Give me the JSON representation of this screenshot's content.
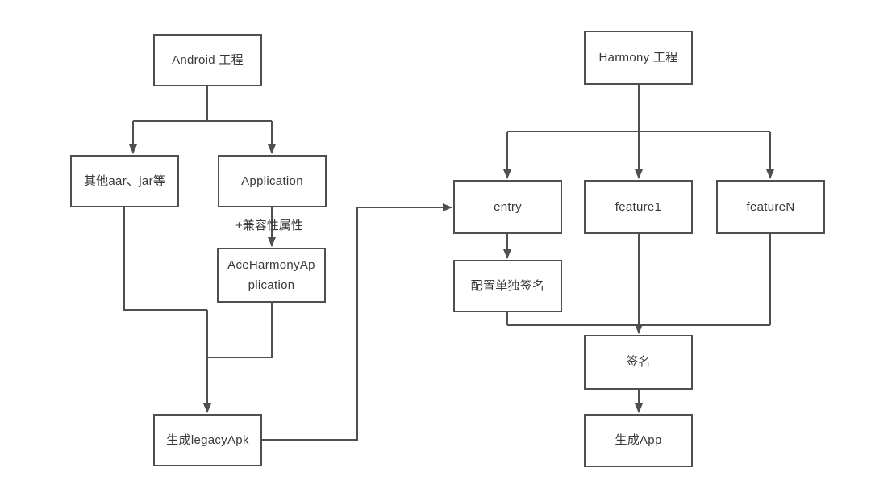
{
  "diagram": {
    "type": "flowchart",
    "background": "#ffffff",
    "colors": {
      "line": "#4f4f4f",
      "box_border": "#4f4f4f",
      "text": "#383838"
    },
    "nodes": {
      "android": {
        "label": "Android 工程"
      },
      "other_aar": {
        "label": "其他aar、jar等"
      },
      "application": {
        "label": "Application"
      },
      "ace_harmony": {
        "label": "AceHarmonyApplication"
      },
      "legacy_apk": {
        "label": "生成legacyApk"
      },
      "harmony": {
        "label": "Harmony 工程"
      },
      "entry": {
        "label": "entry"
      },
      "feature1": {
        "label": "feature1"
      },
      "featureN": {
        "label": "featureN"
      },
      "config_sign": {
        "label": "配置单独签名"
      },
      "sign": {
        "label": "签名"
      },
      "gen_app": {
        "label": "生成App"
      }
    },
    "edge_labels": {
      "compat": "+兼容性属性"
    }
  }
}
